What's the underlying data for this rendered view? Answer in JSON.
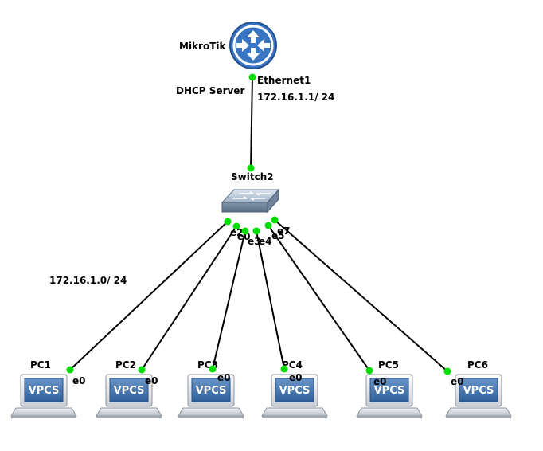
{
  "router": {
    "name": "MikroTik",
    "role": "DHCP Server",
    "port": "Ethernet1",
    "ip": "172.16.1.1/ 24",
    "icon": "router-icon"
  },
  "switch": {
    "name": "Switch2",
    "icon": "switch-icon",
    "ports": [
      "e2",
      "e0",
      "e3",
      "e4",
      "e5",
      "e7"
    ]
  },
  "subnet_label": "172.16.1.0/ 24",
  "pcs": [
    {
      "name": "PC1",
      "port": "e0",
      "screen_label": "VPCS"
    },
    {
      "name": "PC2",
      "port": "e0",
      "screen_label": "VPCS"
    },
    {
      "name": "PC3",
      "port": "e0",
      "screen_label": "VPCS"
    },
    {
      "name": "PC4",
      "port": "e0",
      "screen_label": "VPCS"
    },
    {
      "name": "PC5",
      "port": "e0",
      "screen_label": "VPCS"
    },
    {
      "name": "PC6",
      "port": "e0",
      "screen_label": "VPCS"
    }
  ],
  "colors": {
    "link": "#000000",
    "port_dot": "#00e000",
    "router_fill": "#3a75c4",
    "switch_fill": "#8fa3b8",
    "vpcs_screen": "#4a78b0"
  }
}
